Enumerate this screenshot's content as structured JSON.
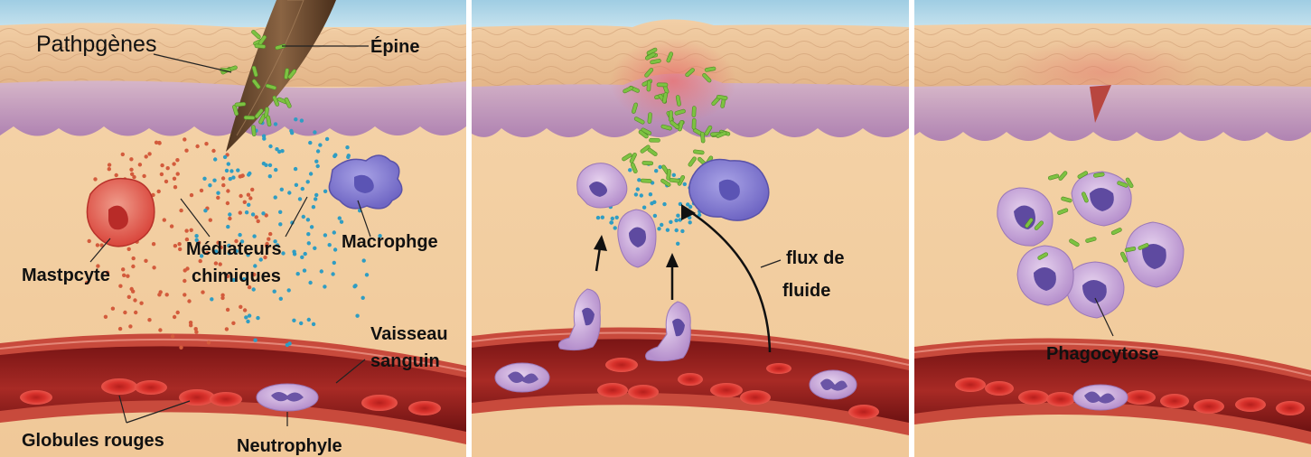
{
  "diagram": {
    "panels": [
      {
        "labels": {
          "pathogens": "Pathpgènes",
          "thorn": "Épine",
          "mast_cell": "Mastpcyte",
          "chem_mediators_1": "Médiateurs",
          "chem_mediators_2": "chimiques",
          "macrophage": "Macrophge",
          "vessel_1": "Vaisseau",
          "vessel_2": "sanguin",
          "red_cells": "Globules rouges",
          "neutrophil": "Neutrophyle"
        }
      },
      {
        "labels": {
          "fluid_flow_1": "flux de",
          "fluid_flow_2": "fluide"
        }
      },
      {
        "labels": {
          "phagocytosis": "Phagocytose"
        }
      }
    ],
    "colors": {
      "sky": "#a9d3e6",
      "epidermis": "#edc49a",
      "skin_purple": "#b98bb6",
      "dermis": "#f3d2a7",
      "vessel_wall": "#c9473a",
      "blood": "#8e1d1d",
      "red_cell": "#d6302b",
      "pathogen": "#7dc242",
      "mediator_red": "#d35b3c",
      "mediator_blue": "#2f9dc3",
      "macrophage": "#8f87d6",
      "neutrophil": "#c9a6d9",
      "thorn": "#6b4a2e"
    }
  }
}
